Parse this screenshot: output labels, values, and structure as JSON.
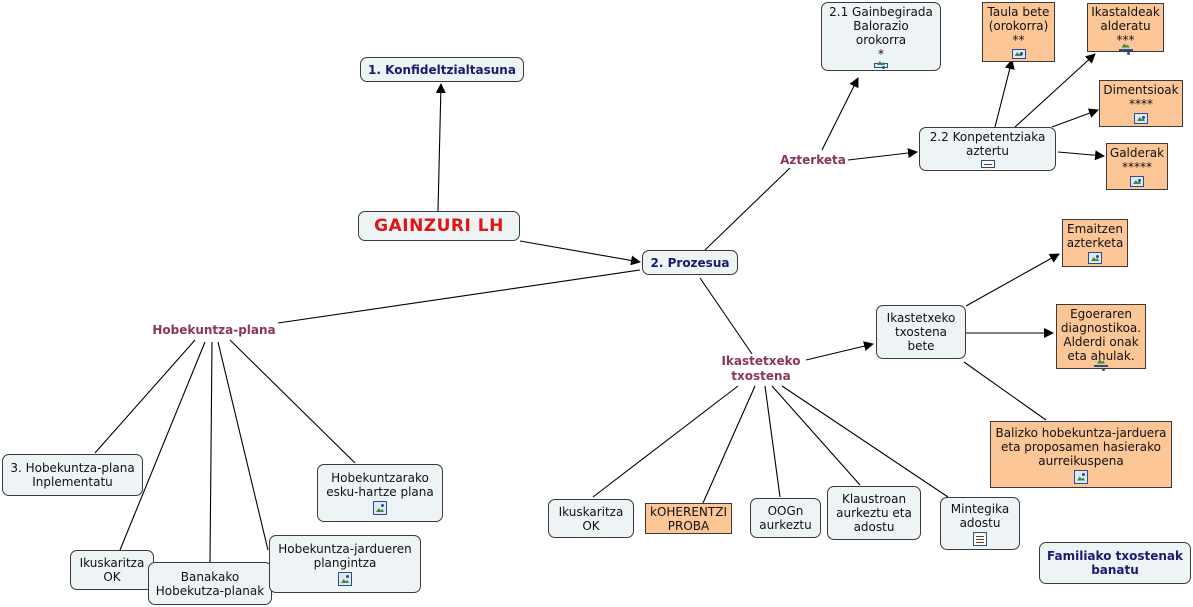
{
  "root": {
    "label": "GAINZURI LH"
  },
  "nodes": {
    "konfidentzialtasuna": "1. Konfideltzialtasuna",
    "prozesua": "2. Prozesua",
    "gainbegirada": [
      "2.1 Gainbegirada",
      "Balorazio",
      "orokorra",
      "*"
    ],
    "konpetentziak": [
      "2.2 Konpetentziaka",
      "aztertu"
    ],
    "taula_bete": [
      "Taula bete",
      "(orokorra)",
      "**"
    ],
    "ikastaldeak": [
      "Ikastaldeak",
      "alderatu",
      "***"
    ],
    "dimentsioak": [
      "Dimentsioak",
      "****"
    ],
    "galderak": [
      "Galderak",
      "*****"
    ],
    "emaitzen": [
      "Emaitzen",
      "azterketa"
    ],
    "txostena_bete": [
      "Ikastetxeko",
      "txostena",
      "bete"
    ],
    "egoeraren": [
      "Egoeraren",
      "diagnostikoa.",
      "Alderdi onak",
      "eta ahulak."
    ],
    "balizko": [
      "Balizko hobekuntza-jarduera",
      "eta proposamen hasierako",
      "aurreikuspena"
    ],
    "ikuskaritza_ok_right": [
      "Ikuskaritza",
      "OK"
    ],
    "koherentzi": [
      "kOHERENTZI",
      "PROBA"
    ],
    "oogn": [
      "OOGn",
      "aurkeztu"
    ],
    "klaustroan": [
      "Klaustroan",
      "aurkeztu eta",
      "adostu"
    ],
    "mintegika": [
      "Mintegika",
      "adostu"
    ],
    "familiako": [
      "Familiako txostenak",
      "banatu"
    ],
    "hobekuntza_plana_impl": [
      "3. Hobekuntza-plana",
      "Inplementatu"
    ],
    "esku_hartze": [
      "Hobekuntzarako",
      "esku-hartze plana"
    ],
    "ikuskaritza_ok_left": [
      "Ikuskaritza",
      "OK"
    ],
    "banakako": [
      "Banakako",
      "Hobekutza-planak"
    ],
    "jardueren": [
      "Hobekuntza-jardueren",
      "plangintza"
    ]
  },
  "link_labels": {
    "azterketa": "Azterketa",
    "ikastetxeko_txostena": [
      "Ikastetxeko",
      "txostena"
    ],
    "hobekuntza_plana": "Hobekuntza-plana"
  },
  "colors": {
    "node_fill": "#eef3f6",
    "resource_fill": "#fdc697",
    "root_text": "#e31414",
    "label_text": "#8b3560"
  }
}
